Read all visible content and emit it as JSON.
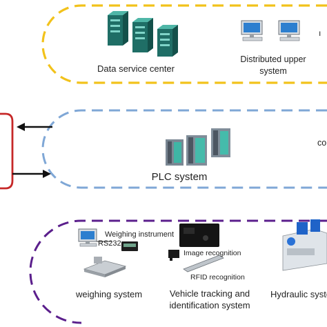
{
  "diagram": {
    "top_panel": {
      "data_service_center": "Data service center",
      "distributed_upper_system_line1": "Distributed upper",
      "distributed_upper_system_line2": "system"
    },
    "middle_panel": {
      "plc_system": "PLC system",
      "right_fragment": "co"
    },
    "bottom_panel": {
      "weighing_instrument": "Weighing instrument",
      "rs232": "RS232",
      "image_recognition": "Image recognition",
      "rfid_recognition": "RFID recognition",
      "weighing_system": "weighing system",
      "vehicle_tracking_line1": "Vehicle tracking and",
      "vehicle_tracking_line2": "identification system",
      "hydraulic_system": "Hydraulic syste"
    },
    "icons": [
      "server-rack-icon",
      "desktop-computer-icon",
      "plc-module-icon",
      "truck-scale-icon",
      "camera-icon",
      "rfid-reader-icon",
      "hydraulic-unit-icon"
    ],
    "colors": {
      "top_border": "#f2c21b",
      "middle_border": "#7fa7d6",
      "bottom_border": "#5b1f8c",
      "left_bracket": "#c62828",
      "arrow": "#111111"
    }
  }
}
